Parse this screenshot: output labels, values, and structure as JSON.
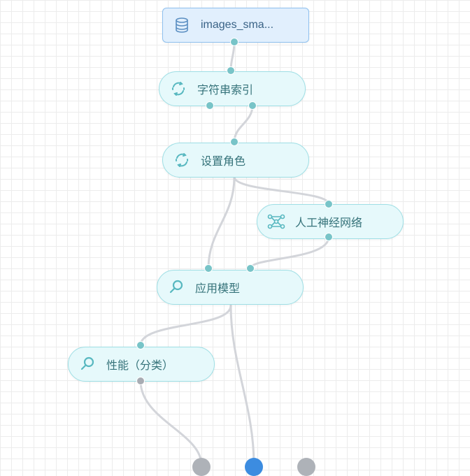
{
  "canvas": {
    "nodes": [
      {
        "id": "images",
        "label": "images_sma...",
        "icon": "database-icon",
        "kind": "data"
      },
      {
        "id": "string-index",
        "label": "字符串索引",
        "icon": "refresh-cycle-icon",
        "kind": "transform"
      },
      {
        "id": "set-role",
        "label": "设置角色",
        "icon": "refresh-cycle-icon",
        "kind": "transform"
      },
      {
        "id": "neural-net",
        "label": "人工神经网络",
        "icon": "neural-network-icon",
        "kind": "model"
      },
      {
        "id": "apply-model",
        "label": "应用模型",
        "icon": "magnifier-icon",
        "kind": "apply"
      },
      {
        "id": "performance",
        "label": "性能（分类）",
        "icon": "magnifier-icon",
        "kind": "evaluate"
      }
    ],
    "colors": {
      "node_fill": "#e6f9fb",
      "node_border": "#9edfe5",
      "data_node_fill": "#e1effd",
      "data_node_border": "#8ec0ef",
      "port": "#78c4c8",
      "port_grey": "#a8acb3",
      "wire": "#d3d5da",
      "output_active": "#3c8ce0",
      "grid": "#ececec"
    }
  }
}
